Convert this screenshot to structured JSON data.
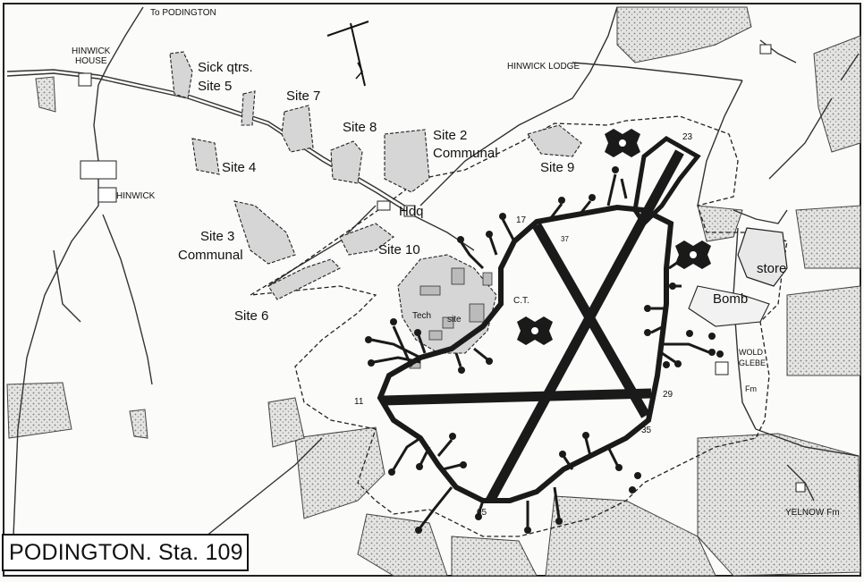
{
  "title": "PODINGTON.  Sta. 109",
  "road_labels": {
    "to_podington": "To PODINGTON",
    "hinwick_house_1": "HINWICK",
    "hinwick_house_2": "HOUSE",
    "hinwick": "HINWICK",
    "hinwick_lodge": "HINWICK LODGE",
    "yelnow": "YELNOW Fm"
  },
  "sites": {
    "sick_qtrs": "Sick qtrs.",
    "site5": "Site 5",
    "site7": "Site 7",
    "site8": "Site 8",
    "site2": "Site 2",
    "communal": "Communal",
    "site4": "Site 4",
    "site9": "Site 9",
    "hdq": "Hdq",
    "site3": "Site 3",
    "site3_communal": "Communal",
    "site10": "Site 10",
    "site6": "Site 6",
    "tech": "Tech",
    "site_word": "site",
    "ct": "C.T.",
    "bomb": "Bomb",
    "store": "store",
    "wold": "WOLD",
    "glebe": "GLEBE",
    "fm": "Fm"
  },
  "runway_numbers": {
    "r23": "23",
    "r17": "17",
    "r11": "11",
    "r29": "29",
    "r35": "35",
    "r05": "05"
  },
  "hardstand_numbers": [
    "37"
  ],
  "colors": {
    "runway": "#1a1a1a",
    "site_fill": "#d6d6d6",
    "woodland": "#dedede",
    "boundary": "#222222"
  },
  "icons": {
    "north_arrow": "north-arrow-icon"
  }
}
